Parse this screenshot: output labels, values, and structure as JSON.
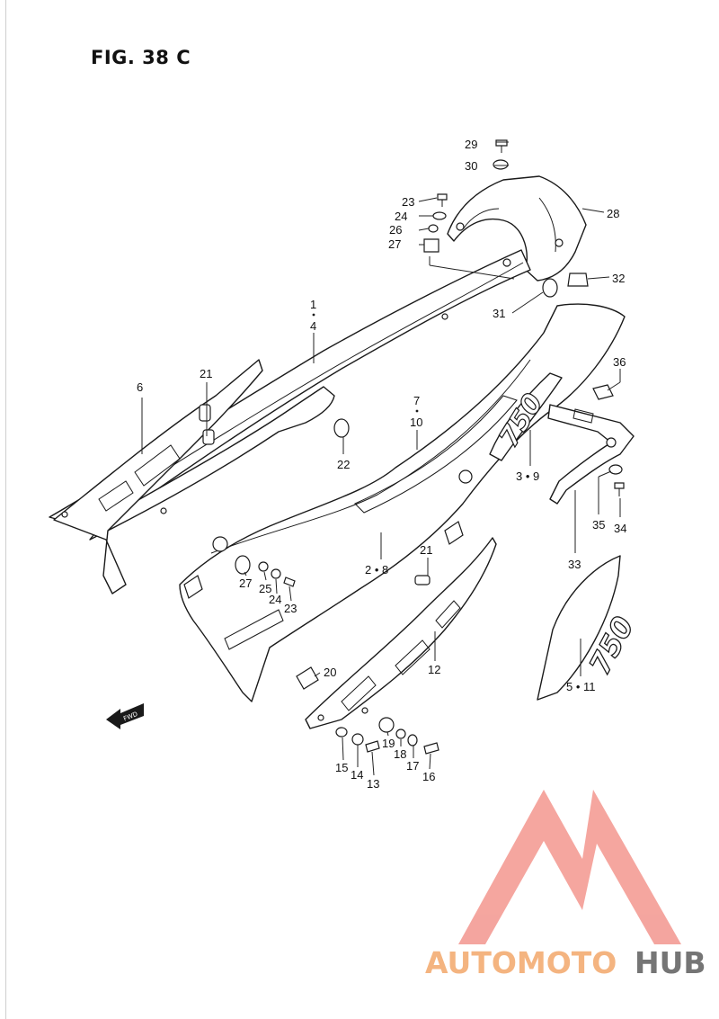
{
  "figure": {
    "title": "FIG. 38 C"
  },
  "labels": {
    "l1": "1",
    "l4": "4",
    "l6": "6",
    "l21a": "21",
    "l22": "22",
    "l23a": "23",
    "l24a": "24",
    "l26": "26",
    "l27a": "27",
    "l28": "28",
    "l29": "29",
    "l30": "30",
    "l31": "31",
    "l32": "32",
    "l7": "7",
    "l10": "10",
    "l3_9": "3 • 9",
    "l36": "36",
    "l35": "35",
    "l34": "34",
    "l33": "33",
    "l2_8": "2 • 8",
    "l27b": "27",
    "l25": "25",
    "l24b": "24",
    "l23b": "23",
    "l21b": "21",
    "l20": "20",
    "l12": "12",
    "l5_11": "5 • 11",
    "l15": "15",
    "l14": "14",
    "l13": "13",
    "l19": "19",
    "l18": "18",
    "l17": "17",
    "l16": "16"
  },
  "fwd_marker": {
    "text": "FWD"
  },
  "decal_text": "750",
  "watermark": {
    "text_part1": "AUTOMOTO",
    "text_part2": "HUB",
    "color_primary": "#f28b82",
    "color_secondary": "#5a5a5a"
  }
}
